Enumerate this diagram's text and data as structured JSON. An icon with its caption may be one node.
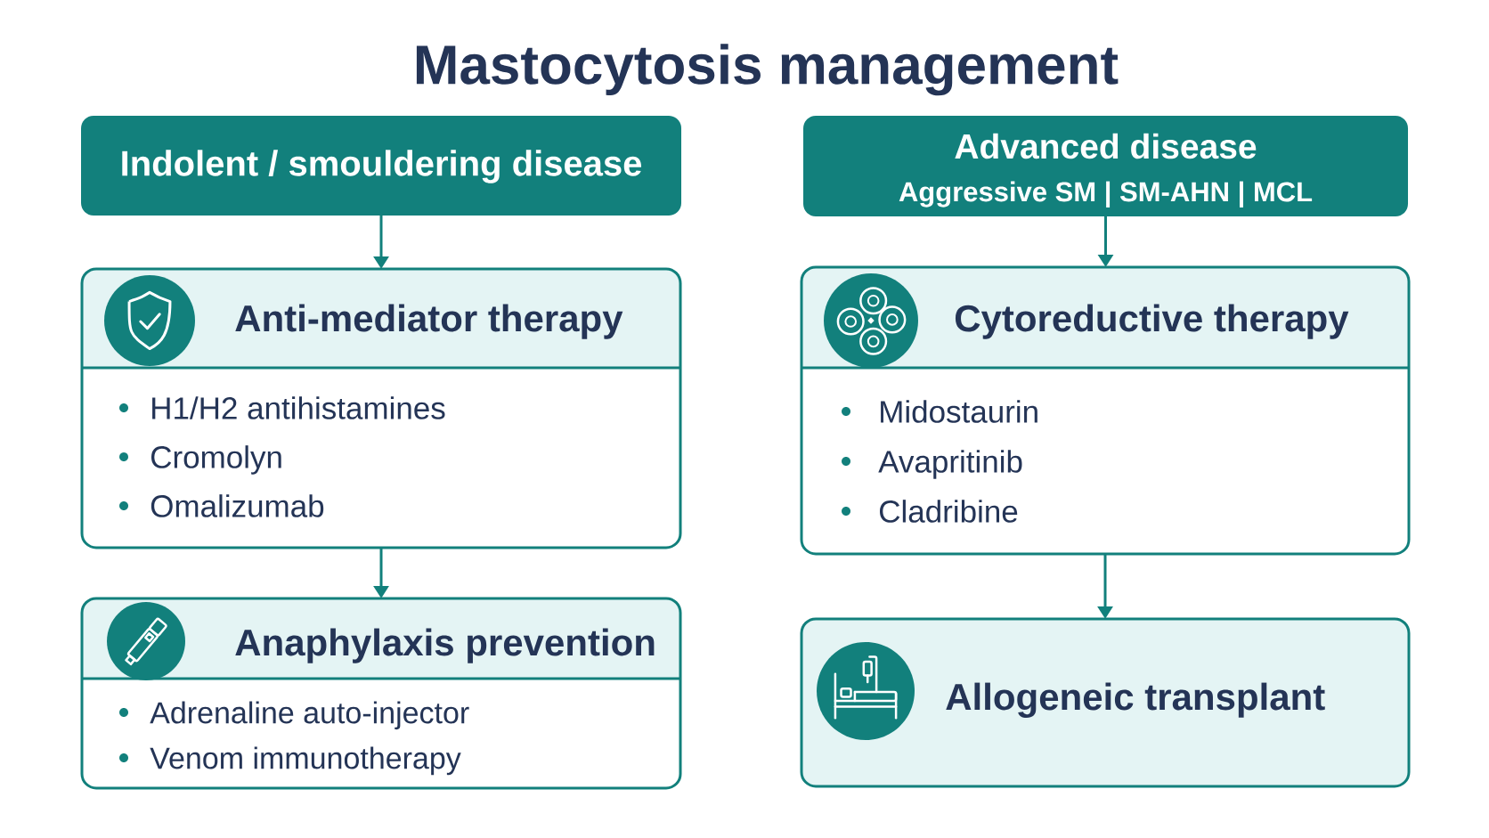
{
  "diagram": {
    "title": "Mastocytosis management",
    "nodes": [
      {
        "text": [
          "Indolent / smouldering disease"
        ]
      },
      {
        "text": [
          "Advanced disease",
          "Aggressive SM | SM-AHN | MCL"
        ]
      },
      {
        "text": [
          "Anti-mediator therapy",
          "H1/H2 antihistamines",
          "Cromolyn",
          "Omalizumab"
        ]
      },
      {
        "text": [
          "Cytoreductive therapy",
          "Midostaurin",
          "Avapritinib",
          "Cladribine"
        ]
      },
      {
        "text": [
          "Anaphylaxis prevention",
          "Adrenaline auto-injector",
          "Venom immunotherapy"
        ]
      },
      {
        "text": [
          "Allogeneic transplant"
        ]
      }
    ],
    "edges": [
      {
        "from": 0,
        "to": 2,
        "arrow": "to"
      },
      {
        "from": 1,
        "to": 3,
        "arrow": "to"
      },
      {
        "from": 2,
        "to": 4,
        "arrow": "to"
      },
      {
        "from": 3,
        "to": 5,
        "arrow": "to"
      }
    ]
  }
}
